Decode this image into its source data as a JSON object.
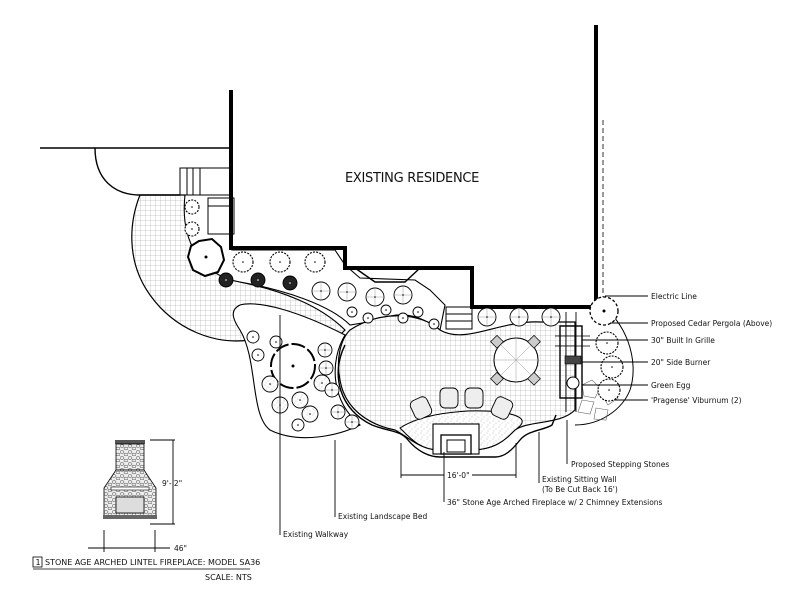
{
  "drawing": {
    "residence_label": "EXISTING RESIDENCE",
    "callouts": {
      "electric_line": "Electric Line",
      "cedar_pergola": "Proposed Cedar Pergola (Above)",
      "built_in_grille": "30\" Built In Grille",
      "side_burner": "20\" Side Burner",
      "green_egg": "Green Egg",
      "viburnum": "'Pragense' Viburnum (2)",
      "stepping_stones": "Proposed Stepping Stones",
      "sitting_wall_line1": "Existing Sitting Wall",
      "sitting_wall_line2": "(To Be Cut Back 16')",
      "fireplace": "36\" Stone Age Arched Fireplace w/ 2 Chimney Extensions",
      "landscape_bed": "Existing Landscape Bed",
      "walkway": "Existing Walkway"
    },
    "dimension_width": "16'-0\""
  },
  "detail": {
    "number": "1",
    "title": "STONE AGE ARCHED LINTEL FIREPLACE: MODEL SA36",
    "scale": "SCALE: NTS",
    "height_dim": "9'- 2\"",
    "width_dim": "46\""
  }
}
